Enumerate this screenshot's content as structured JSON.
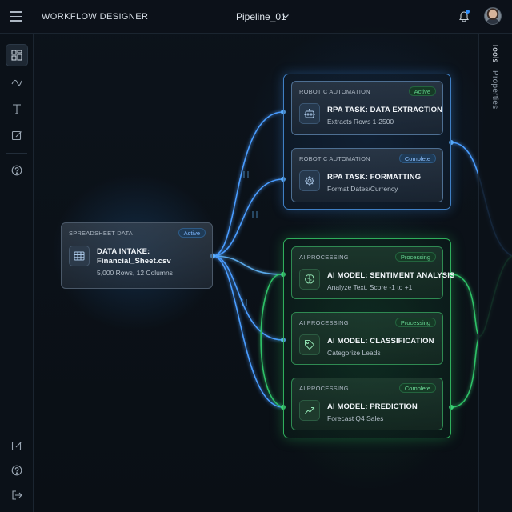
{
  "header": {
    "app_title": "WORKFLOW DESIGNER",
    "pipeline_name": "Pipeline_01"
  },
  "icons": {
    "menu": "hamburger-icon",
    "pipeline_dropdown": "chevron-down-icon",
    "notifications": "bell-icon",
    "user": "avatar"
  },
  "left_rail": {
    "items": [
      {
        "name": "dashboard-icon",
        "active": true
      },
      {
        "name": "trend-line-icon",
        "active": false
      },
      {
        "name": "text-icon",
        "active": false
      },
      {
        "name": "edit-icon",
        "active": false
      },
      {
        "name": "help-icon",
        "active": false
      }
    ],
    "bottom_items": [
      {
        "name": "edit-icon"
      },
      {
        "name": "help-icon"
      },
      {
        "name": "logout-icon"
      }
    ]
  },
  "right_panel": {
    "tabs": [
      "Tools",
      "Properties"
    ]
  },
  "colors": {
    "blue_accent": "#3f8fe6",
    "green_accent": "#2fc167",
    "background": "#0b1016"
  },
  "intake_node": {
    "category": "SPREADSHEET DATA",
    "status": "Active",
    "title_line1": "DATA INTAKE:",
    "title_line2": "Financial_Sheet.csv",
    "subtitle": "5,000 Rows, 12 Columns",
    "icon": "table-icon"
  },
  "rpa_nodes": [
    {
      "category": "ROBOTIC AUTOMATION",
      "status": "Active",
      "title": "RPA TASK: DATA EXTRACTION",
      "subtitle": "Extracts Rows 1-2500",
      "icon": "robot-icon"
    },
    {
      "category": "ROBOTIC AUTOMATION",
      "status": "Complete",
      "title": "RPA TASK: FORMATTING",
      "subtitle": "Format Dates/Currency",
      "icon": "gear-icon"
    }
  ],
  "ai_nodes": [
    {
      "category": "AI PROCESSING",
      "status": "Processing",
      "title": "AI MODEL: SENTIMENT ANALYSIS",
      "subtitle": "Analyze Text, Score -1 to +1",
      "icon": "brain-icon"
    },
    {
      "category": "AI PROCESSING",
      "status": "Processing",
      "title": "AI MODEL: CLASSIFICATION",
      "subtitle": "Categorize Leads",
      "icon": "tag-icon"
    },
    {
      "category": "AI PROCESSING",
      "status": "Complete",
      "title": "AI MODEL: PREDICTION",
      "subtitle": "Forecast Q4 Sales",
      "icon": "trend-up-icon"
    }
  ]
}
